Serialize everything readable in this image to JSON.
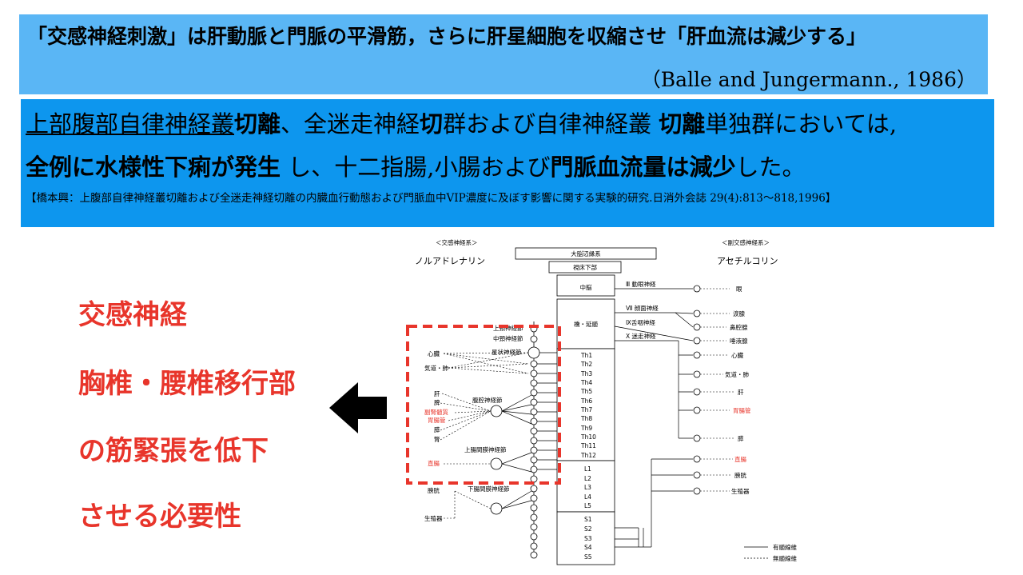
{
  "banner1": {
    "line1": "「交感神経刺激」は肝動脈と門脈の平滑筋，さらに肝星細胞を収縮させ「肝血流は減少する」",
    "citation": "（Balle and Jungermann., 1986）"
  },
  "banner2": {
    "l1_a": "上部腹部自律神経叢",
    "l1_b": "切離",
    "l1_c": "、全迷走神経",
    "l1_d": "切",
    "l1_e": "群および自律神経叢 ",
    "l1_f": "切離",
    "l1_g": "単独群においては,",
    "l2_a": "全例に水様性下痢が発生",
    "l2_b": " し、十二指腸,小腸および",
    "l2_c": "門脈血流量は減少",
    "l2_d": "した。",
    "reference": "【橋本興：上腹部自律神経叢切離および全迷走神経切離の内臓血行動態および門脈血中VIP濃度に及ぼす影響に関する実験的研究.日消外会誌 29(4):813〜818,1996】"
  },
  "left_text": [
    "交感神経",
    "胸椎・腰椎移行部",
    "の筋緊張を低下",
    "させる必要性"
  ],
  "colors": {
    "banner1": "#5ab6f5",
    "banner2": "#0d96ee",
    "accent_red": "#e8352b"
  },
  "diagram": {
    "sym_header": "＜交感神経系＞",
    "sym_title": "ノルアドレナリン",
    "para_header": "＜副交感神経系＞",
    "para_title": "アセチルコリン",
    "limbic": "大脳辺縁系",
    "thalamus": "視床下部",
    "midbrain": "中脳",
    "pons": "橋・延髄",
    "th_levels": [
      "Th1",
      "Th2",
      "Th3",
      "Th4",
      "Th5",
      "Th6",
      "Th7",
      "Th8",
      "Th9",
      "Th10",
      "Th11",
      "Th12"
    ],
    "l_levels": [
      "L1",
      "L2",
      "L3",
      "L4",
      "L5"
    ],
    "s_levels": [
      "S1",
      "S2",
      "S3",
      "S4",
      "S5"
    ],
    "cn3": "Ⅲ 動眼神経",
    "cn7": "Ⅶ 顔面神経",
    "cn9": "Ⅸ舌咽神経",
    "cn10": "Ⅹ 迷走神経",
    "para_targets": [
      "眼",
      "涙腺",
      "鼻腔腺",
      "唾液腺",
      "心臓",
      "気道・肺",
      "肝",
      "胃腸管",
      "膵",
      "直腸",
      "膀胱",
      "生殖器"
    ],
    "sym_ganglia": [
      "上頸神経節",
      "中頸神経節",
      "星状神経節",
      "腹腔神経節",
      "上腸間膜神経節",
      "下腸間膜神経節"
    ],
    "sym_targets": [
      "心臓",
      "気道・肺",
      "肝",
      "脾",
      "副腎髄質",
      "胃腸管",
      "膵",
      "腎",
      "直腸",
      "膀胱",
      "生殖器"
    ],
    "legend_myelinated": "有髄線維",
    "legend_unmyelinated": "無髄線維"
  }
}
